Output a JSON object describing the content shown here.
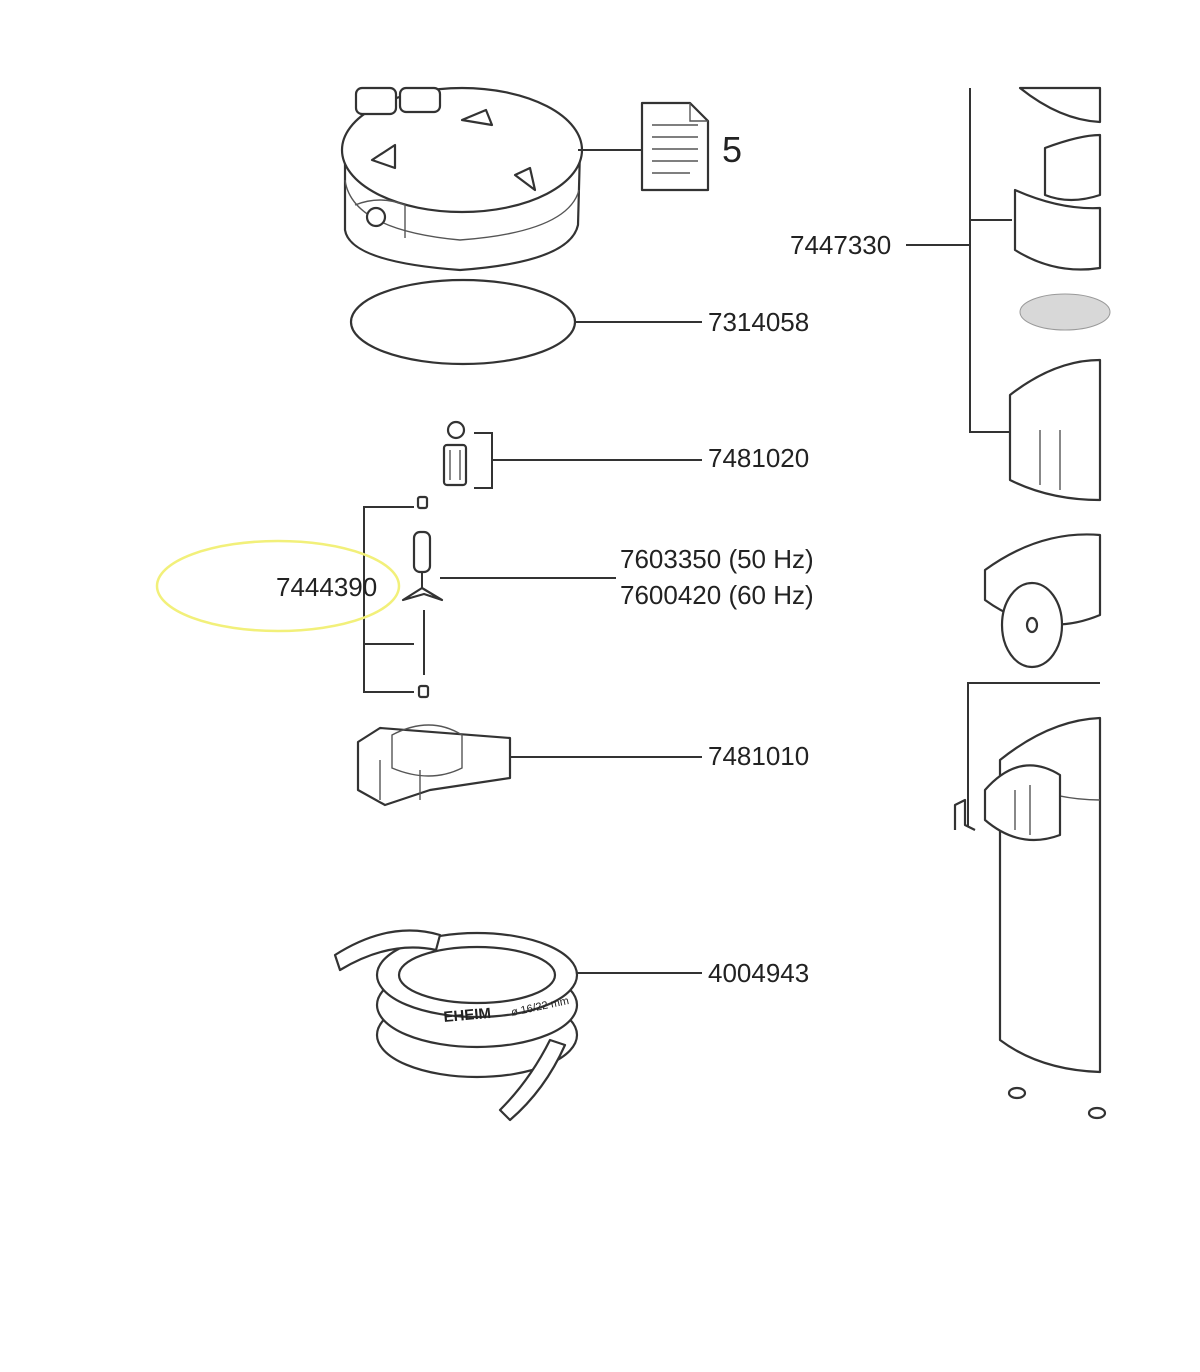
{
  "diagram": {
    "document_page_number": "5",
    "hose_print": "EHEIM",
    "hose_size_print": "ø 16/22 mm",
    "highlight_color": "#f2f07a",
    "line_color": "#333333",
    "parts": [
      {
        "id": "p1",
        "number": "7314058"
      },
      {
        "id": "p2",
        "number": "7481020"
      },
      {
        "id": "p3",
        "number": "7603350 (50 Hz)"
      },
      {
        "id": "p4",
        "number": "7600420 (60 Hz)"
      },
      {
        "id": "p5",
        "number": "7444390",
        "highlighted": true
      },
      {
        "id": "p6",
        "number": "7481010"
      },
      {
        "id": "p7",
        "number": "4004943"
      },
      {
        "id": "p8",
        "number": "7447330"
      }
    ]
  }
}
